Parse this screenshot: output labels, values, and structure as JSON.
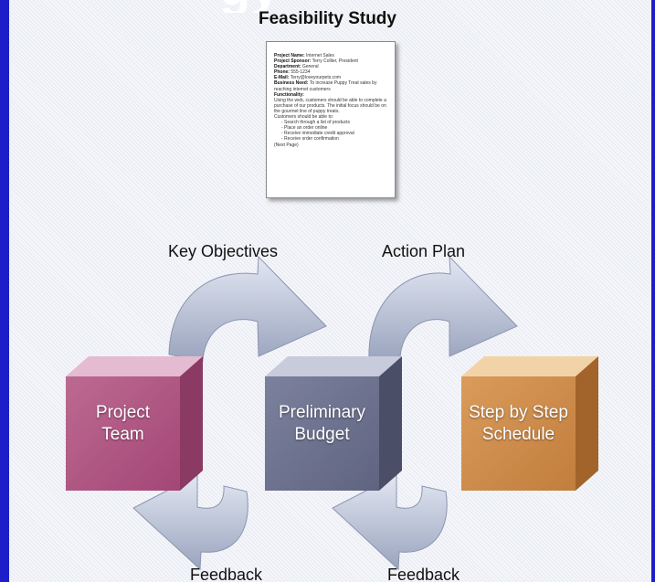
{
  "top_fragment": "gy",
  "title": "Feasibility Study",
  "document": {
    "lines": [
      {
        "label": "Project Name:",
        "text": " Internet Sales"
      },
      {
        "label": "Project Sponsor:",
        "text": " Terry Collier, President"
      },
      {
        "label": "Department:",
        "text": " General"
      },
      {
        "label": "Phone:",
        "text": " 555-1234"
      },
      {
        "label": "E-Mail:",
        "text": " Terry@loveyourpets.com"
      },
      {
        "label": "Business Need:",
        "text": " To increase Puppy Treat sales by reaching internet customers"
      },
      {
        "label": "Functionality:",
        "text": ""
      },
      {
        "label": "",
        "text": "Using the web, customers should be able to complete a purchase of our products. The initial focus should be on the gourmet line of puppy treats."
      },
      {
        "label": "",
        "text": "Customers should be able to:"
      },
      {
        "label": "",
        "text": "- Search through a list of products",
        "indent": true
      },
      {
        "label": "",
        "text": "- Place an order online",
        "indent": true
      },
      {
        "label": "",
        "text": "- Receive immediate credit approval",
        "indent": true
      },
      {
        "label": "",
        "text": "- Receive order confirmation",
        "indent": true
      },
      {
        "label": "",
        "text": "(Next Page)"
      }
    ]
  },
  "labels": {
    "key_objectives": "Key Objectives",
    "action_plan": "Action Plan",
    "feedback_left": "Feedback",
    "feedback_right": "Feedback"
  },
  "boxes": {
    "project_team": {
      "line1": "Project",
      "line2": "Team"
    },
    "preliminary_budget": {
      "line1": "Preliminary",
      "line2": "Budget"
    },
    "schedule": {
      "line1": "Step by Step",
      "line2": "Schedule"
    }
  },
  "colors": {
    "background": "#1E1EC8",
    "project_team": "#B0527F",
    "preliminary_budget": "#6E7390",
    "schedule": "#CF8F4E",
    "arrow": "#B9C2D9"
  }
}
